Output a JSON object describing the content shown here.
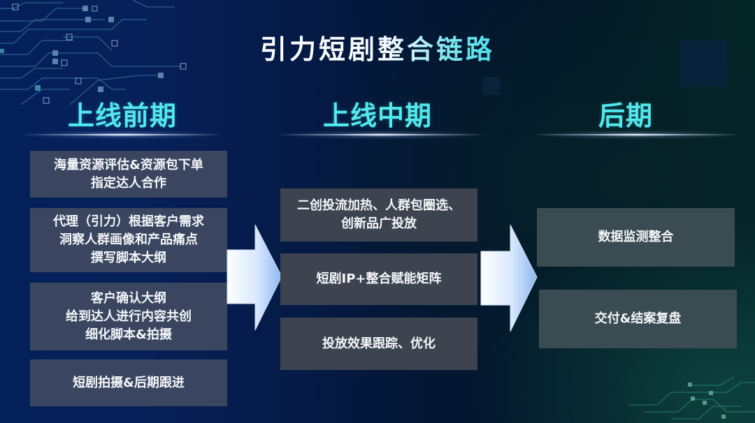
{
  "title": "引力短剧整合链路",
  "colors": {
    "phase_header": "#52e8ec",
    "title_start": "#ffffff",
    "title_end": "#40dbe8",
    "box_left": "#3a4660",
    "box_mid": "#3d4450",
    "box_right": "#3a4b52",
    "arrow_start": "#ffffff",
    "arrow_end": "#9cc4f4"
  },
  "phases": [
    {
      "label": "上线前期",
      "items": [
        "海量资源评估&资源包下单\n指定达人合作",
        "代理（引力）根据客户需求\n洞察人群画像和产品痛点\n撰写脚本大纲",
        "客户确认大纲\n给到达人进行内容共创\n细化脚本&拍摄",
        "短剧拍摄&后期跟进"
      ]
    },
    {
      "label": "上线中期",
      "items": [
        "二创投流加热、人群包圈选、\n创新品广投放",
        "短剧IP+整合赋能矩阵",
        "投放效果跟踪、优化"
      ]
    },
    {
      "label": "后期",
      "items": [
        "数据监测整合",
        "交付&结案复盘"
      ]
    }
  ],
  "arrows": [
    {
      "from": "上线前期",
      "to": "上线中期",
      "icon": "right-arrow-icon"
    },
    {
      "from": "上线中期",
      "to": "后期",
      "icon": "right-arrow-icon"
    }
  ]
}
